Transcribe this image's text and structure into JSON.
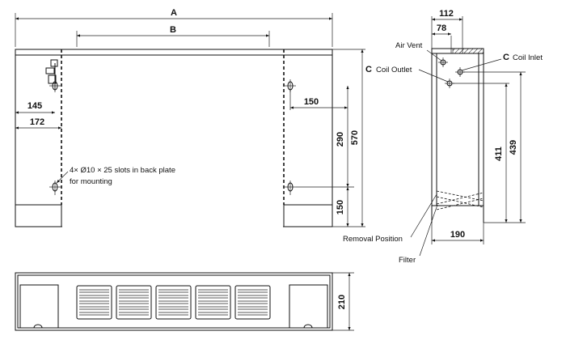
{
  "front_view": {
    "dim_overall_width": "A",
    "dim_inner_width": "B",
    "dim_slot_offset_1": "145",
    "dim_slot_offset_2": "172",
    "dim_slot_spacing": "150",
    "dim_slot_vertical": "290",
    "dim_total_height": "570",
    "dim_foot_height": "150",
    "slot_note_line1": "4× Ø10 × 25 slots in back plate",
    "slot_note_line2": "for mounting"
  },
  "side_view": {
    "dim_depth_top": "112",
    "dim_air_vent_offset": "78",
    "label_air_vent": "Air Vent",
    "label_coil_inlet_letter": "C",
    "label_coil_inlet": "Coil Inlet",
    "label_coil_outlet_letter": "C",
    "label_coil_outlet": "Coil Outlet",
    "dim_coil_outlet_height": "411",
    "dim_coil_inlet_height": "439",
    "dim_depth_bottom": "190",
    "label_removal_position": "Removal Position",
    "label_filter": "Filter"
  },
  "top_view": {
    "dim_depth": "210"
  }
}
